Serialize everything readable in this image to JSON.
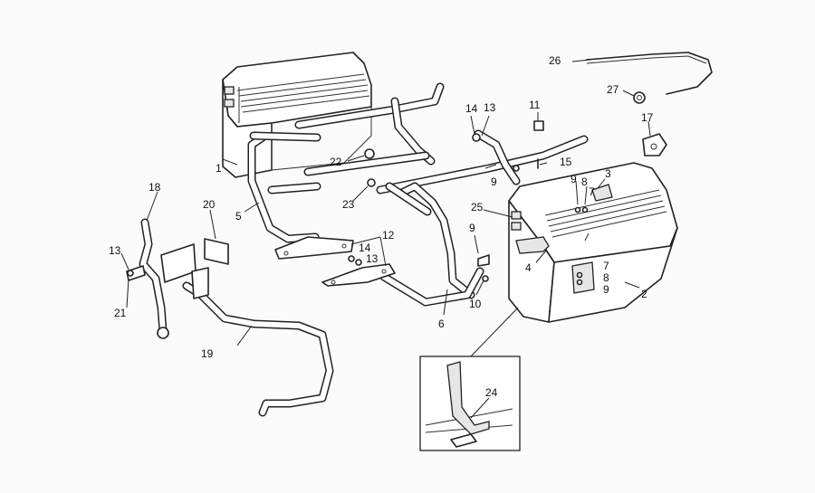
{
  "figure": {
    "callouts": [
      {
        "id": "c1",
        "text": "1"
      },
      {
        "id": "c2",
        "text": "2"
      },
      {
        "id": "c3",
        "text": "3"
      },
      {
        "id": "c4",
        "text": "4"
      },
      {
        "id": "c5",
        "text": "5"
      },
      {
        "id": "c6",
        "text": "6"
      },
      {
        "id": "c7a",
        "text": "7"
      },
      {
        "id": "c7b",
        "text": "7"
      },
      {
        "id": "c8a",
        "text": "8"
      },
      {
        "id": "c8b",
        "text": "8"
      },
      {
        "id": "c9a",
        "text": "9"
      },
      {
        "id": "c9b",
        "text": "9"
      },
      {
        "id": "c9c",
        "text": "9"
      },
      {
        "id": "c9d",
        "text": "9"
      },
      {
        "id": "c10",
        "text": "10"
      },
      {
        "id": "c11",
        "text": "11"
      },
      {
        "id": "c12",
        "text": "12"
      },
      {
        "id": "c13a",
        "text": "13"
      },
      {
        "id": "c13b",
        "text": "13"
      },
      {
        "id": "c13c",
        "text": "13"
      },
      {
        "id": "c14a",
        "text": "14"
      },
      {
        "id": "c14b",
        "text": "14"
      },
      {
        "id": "c15",
        "text": "15"
      },
      {
        "id": "c17",
        "text": "17"
      },
      {
        "id": "c18",
        "text": "18"
      },
      {
        "id": "c19",
        "text": "19"
      },
      {
        "id": "c20",
        "text": "20"
      },
      {
        "id": "c21",
        "text": "21"
      },
      {
        "id": "c22",
        "text": "22"
      },
      {
        "id": "c23",
        "text": "23"
      },
      {
        "id": "c24",
        "text": "24"
      },
      {
        "id": "c25",
        "text": "25"
      },
      {
        "id": "c26",
        "text": "26"
      },
      {
        "id": "c27",
        "text": "27"
      }
    ]
  }
}
